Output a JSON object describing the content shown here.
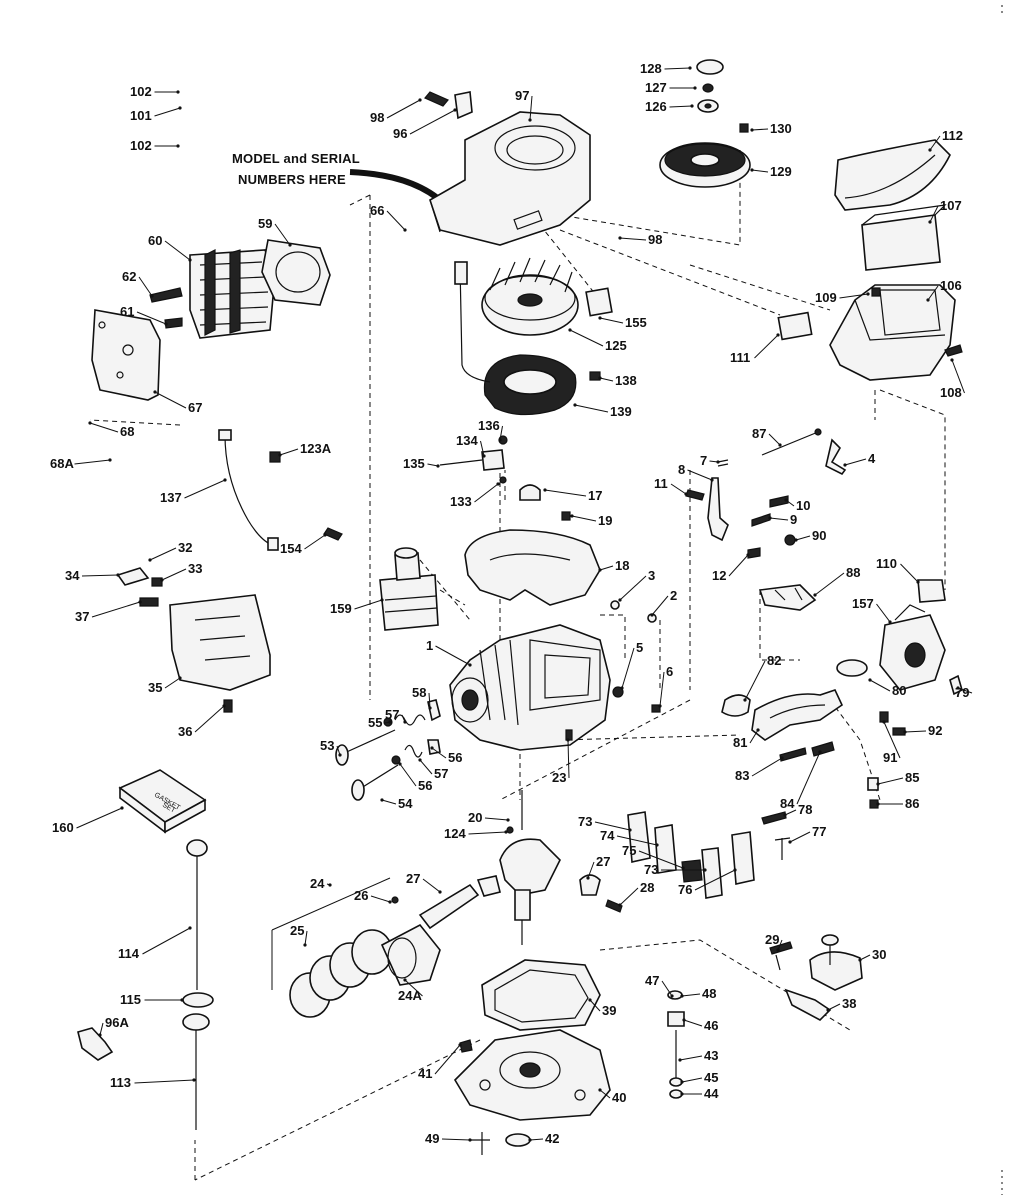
{
  "callout": {
    "line1": "MODEL and SERIAL",
    "line2": "NUMBERS HERE"
  },
  "box_label": {
    "line1": "GASKET",
    "line2": "SET"
  },
  "parts": [
    {
      "id": "102",
      "lbl": "102"
    },
    {
      "id": "101",
      "lbl": "101"
    },
    {
      "id": "102b",
      "lbl": "102"
    },
    {
      "id": "98",
      "lbl": "98"
    },
    {
      "id": "96",
      "lbl": "96"
    },
    {
      "id": "97",
      "lbl": "97"
    },
    {
      "id": "128",
      "lbl": "128"
    },
    {
      "id": "127",
      "lbl": "127"
    },
    {
      "id": "126",
      "lbl": "126"
    },
    {
      "id": "130",
      "lbl": "130"
    },
    {
      "id": "129",
      "lbl": "129"
    },
    {
      "id": "112",
      "lbl": "112"
    },
    {
      "id": "107",
      "lbl": "107"
    },
    {
      "id": "106",
      "lbl": "106"
    },
    {
      "id": "109",
      "lbl": "109"
    },
    {
      "id": "111",
      "lbl": "111"
    },
    {
      "id": "108",
      "lbl": "108"
    },
    {
      "id": "98b",
      "lbl": "98"
    },
    {
      "id": "66",
      "lbl": "66"
    },
    {
      "id": "60",
      "lbl": "60"
    },
    {
      "id": "59",
      "lbl": "59"
    },
    {
      "id": "62",
      "lbl": "62"
    },
    {
      "id": "61",
      "lbl": "61"
    },
    {
      "id": "67",
      "lbl": "67"
    },
    {
      "id": "68",
      "lbl": "68"
    },
    {
      "id": "68A",
      "lbl": "68A"
    },
    {
      "id": "155",
      "lbl": "155"
    },
    {
      "id": "125",
      "lbl": "125"
    },
    {
      "id": "138",
      "lbl": "138"
    },
    {
      "id": "139",
      "lbl": "139"
    },
    {
      "id": "123A",
      "lbl": "123A"
    },
    {
      "id": "136",
      "lbl": "136"
    },
    {
      "id": "134",
      "lbl": "134"
    },
    {
      "id": "135",
      "lbl": "135"
    },
    {
      "id": "133",
      "lbl": "133"
    },
    {
      "id": "87",
      "lbl": "87"
    },
    {
      "id": "4",
      "lbl": "4"
    },
    {
      "id": "7",
      "lbl": "7"
    },
    {
      "id": "8",
      "lbl": "8"
    },
    {
      "id": "11",
      "lbl": "11"
    },
    {
      "id": "10",
      "lbl": "10"
    },
    {
      "id": "9",
      "lbl": "9"
    },
    {
      "id": "137",
      "lbl": "137"
    },
    {
      "id": "17",
      "lbl": "17"
    },
    {
      "id": "19",
      "lbl": "19"
    },
    {
      "id": "12",
      "lbl": "12"
    },
    {
      "id": "90",
      "lbl": "90"
    },
    {
      "id": "110",
      "lbl": "110"
    },
    {
      "id": "32",
      "lbl": "32"
    },
    {
      "id": "34",
      "lbl": "34"
    },
    {
      "id": "33",
      "lbl": "33"
    },
    {
      "id": "154",
      "lbl": "154"
    },
    {
      "id": "18",
      "lbl": "18"
    },
    {
      "id": "88",
      "lbl": "88"
    },
    {
      "id": "157",
      "lbl": "157"
    },
    {
      "id": "37",
      "lbl": "37"
    },
    {
      "id": "159",
      "lbl": "159"
    },
    {
      "id": "3",
      "lbl": "3"
    },
    {
      "id": "2",
      "lbl": "2"
    },
    {
      "id": "1",
      "lbl": "1"
    },
    {
      "id": "5",
      "lbl": "5"
    },
    {
      "id": "6",
      "lbl": "6"
    },
    {
      "id": "82",
      "lbl": "82"
    },
    {
      "id": "80",
      "lbl": "80"
    },
    {
      "id": "79",
      "lbl": "79"
    },
    {
      "id": "35",
      "lbl": "35"
    },
    {
      "id": "58",
      "lbl": "58"
    },
    {
      "id": "55",
      "lbl": "55"
    },
    {
      "id": "57",
      "lbl": "57"
    },
    {
      "id": "36",
      "lbl": "36"
    },
    {
      "id": "53",
      "lbl": "53"
    },
    {
      "id": "81",
      "lbl": "81"
    },
    {
      "id": "91",
      "lbl": "91"
    },
    {
      "id": "92",
      "lbl": "92"
    },
    {
      "id": "23",
      "lbl": "23"
    },
    {
      "id": "56",
      "lbl": "56"
    },
    {
      "id": "57b",
      "lbl": "57"
    },
    {
      "id": "83",
      "lbl": "83"
    },
    {
      "id": "84",
      "lbl": "84"
    },
    {
      "id": "85",
      "lbl": "85"
    },
    {
      "id": "86",
      "lbl": "86"
    },
    {
      "id": "160",
      "lbl": "160"
    },
    {
      "id": "54",
      "lbl": "54"
    },
    {
      "id": "56b",
      "lbl": "56"
    },
    {
      "id": "20",
      "lbl": "20"
    },
    {
      "id": "73",
      "lbl": "73"
    },
    {
      "id": "74",
      "lbl": "74"
    },
    {
      "id": "78",
      "lbl": "78"
    },
    {
      "id": "77",
      "lbl": "77"
    },
    {
      "id": "124",
      "lbl": "124"
    },
    {
      "id": "75",
      "lbl": "75"
    },
    {
      "id": "73b",
      "lbl": "73"
    },
    {
      "id": "76",
      "lbl": "76"
    },
    {
      "id": "24",
      "lbl": "24"
    },
    {
      "id": "26",
      "lbl": "26"
    },
    {
      "id": "27",
      "lbl": "27"
    },
    {
      "id": "27b",
      "lbl": "27"
    },
    {
      "id": "28",
      "lbl": "28"
    },
    {
      "id": "25",
      "lbl": "25"
    },
    {
      "id": "29",
      "lbl": "29"
    },
    {
      "id": "30",
      "lbl": "30"
    },
    {
      "id": "114",
      "lbl": "114"
    },
    {
      "id": "24A",
      "lbl": "24A"
    },
    {
      "id": "47",
      "lbl": "47"
    },
    {
      "id": "48",
      "lbl": "48"
    },
    {
      "id": "39",
      "lbl": "39"
    },
    {
      "id": "38",
      "lbl": "38"
    },
    {
      "id": "115",
      "lbl": "115"
    },
    {
      "id": "46",
      "lbl": "46"
    },
    {
      "id": "96A",
      "lbl": "96A"
    },
    {
      "id": "43",
      "lbl": "43"
    },
    {
      "id": "41",
      "lbl": "41"
    },
    {
      "id": "45",
      "lbl": "45"
    },
    {
      "id": "113",
      "lbl": "113"
    },
    {
      "id": "40",
      "lbl": "40"
    },
    {
      "id": "44",
      "lbl": "44"
    },
    {
      "id": "49",
      "lbl": "49"
    },
    {
      "id": "42",
      "lbl": "42"
    }
  ]
}
